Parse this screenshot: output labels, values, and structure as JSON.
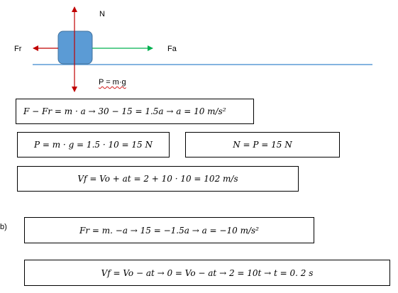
{
  "diagram": {
    "labels": {
      "normal": "N",
      "friction": "Fr",
      "applied": "Fa",
      "weight": "P = m·g"
    },
    "colors": {
      "block_fill": "#5b9bd5",
      "block_stroke": "#41719c",
      "ground": "#5b9bd5",
      "vertical_arrows": "#c00000",
      "friction_arrow": "#c00000",
      "applied_arrow": "#00b050"
    }
  },
  "part_b_label": "b)",
  "equations": {
    "eq1": "F − Fr = m · a → 30 − 15 = 1.5a → a = 10 m/s²",
    "eq2": "P = m · g = 1.5 · 10 = 15 N",
    "eq3": "N = P = 15 N",
    "eq4": "Vf = Vo + at = 2 + 10 · 10 = 102 m/s",
    "eq5": "Fr = m. −a → 15 = −1.5a → a = −10 m/s²",
    "eq6": "Vf = Vo − at → 0 = Vo − at → 2 = 10t → t = 0. 2 s"
  }
}
